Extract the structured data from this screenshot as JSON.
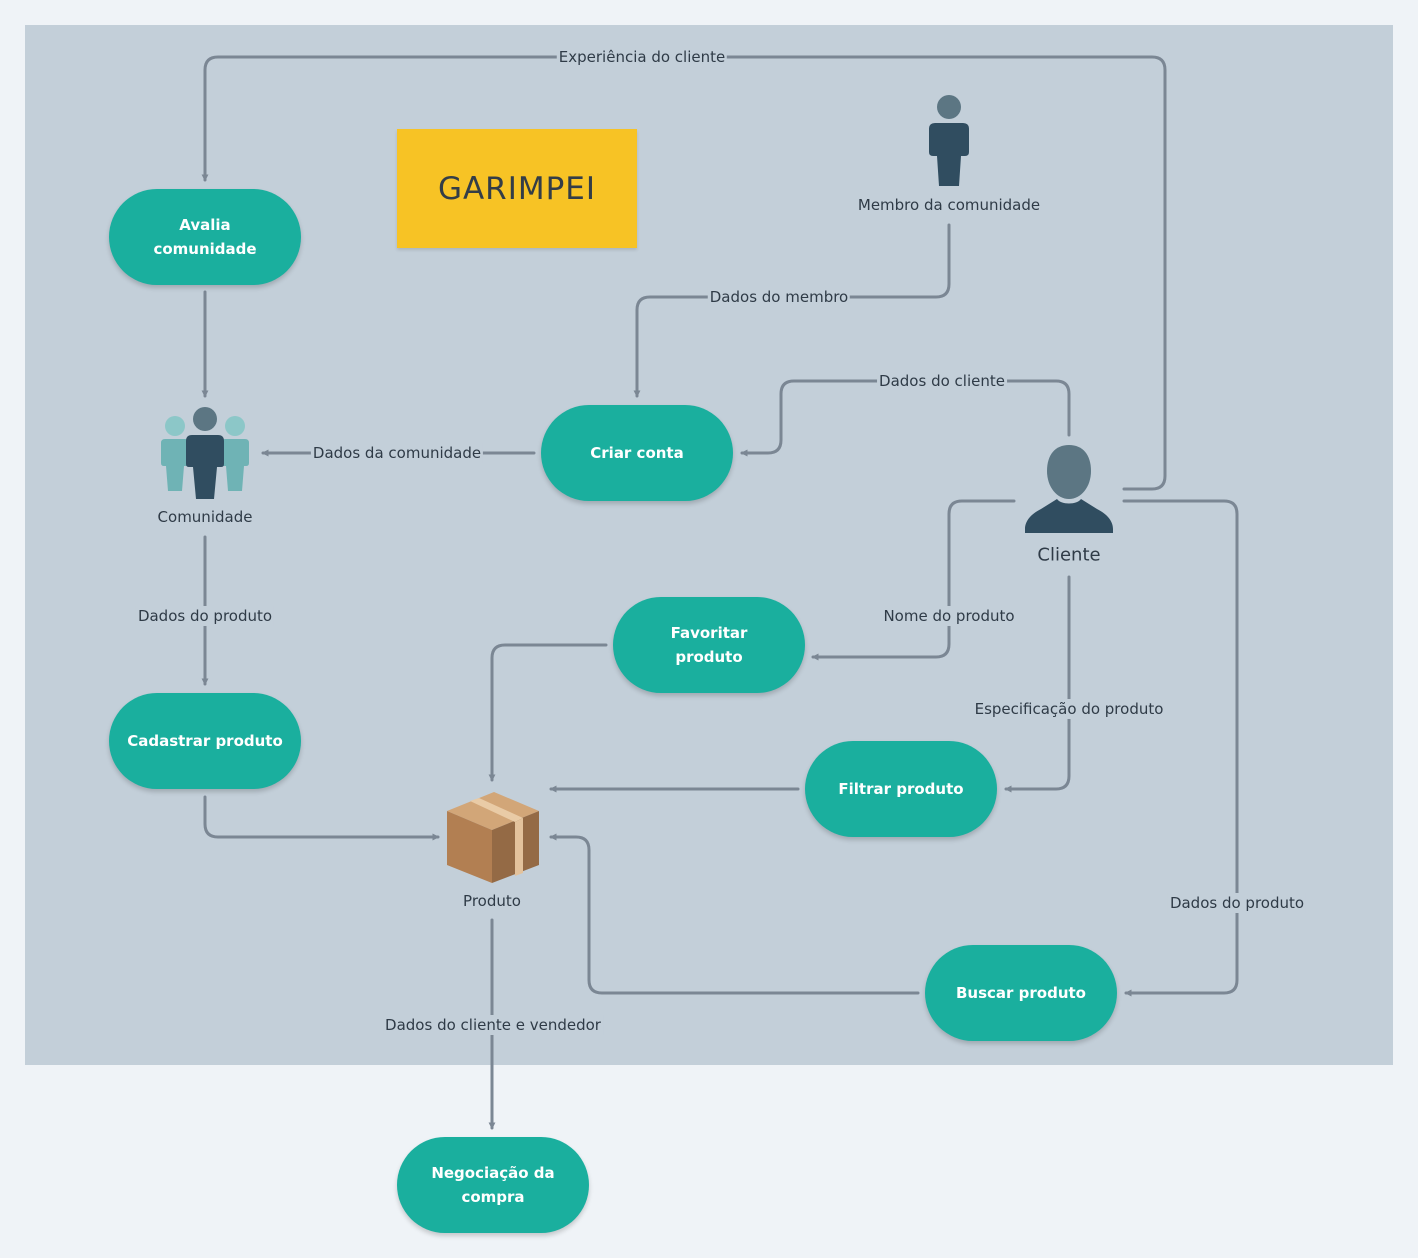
{
  "title": "GARIMPEI",
  "colors": {
    "canvas": "#eff3f7",
    "panel": "#c3cfd9",
    "process": "#1aaf9e",
    "title_box": "#f7c325",
    "connector": "#7b8794",
    "actor_dark": "#304d60",
    "actor_mid": "#5c7683",
    "community_light": "#6fb3b5"
  },
  "processes": {
    "avalia": "Avalia comunidade",
    "criar_conta": "Criar conta",
    "favoritar": [
      "Favoritar",
      "produto"
    ],
    "cadastrar": "Cadastrar produto",
    "filtrar": "Filtrar produto",
    "buscar": "Buscar produto",
    "negociacao": [
      "Negociação da",
      "compra"
    ]
  },
  "actors": {
    "membro": {
      "label": "Membro da comunidade",
      "icon": "person-icon"
    },
    "comunidade": {
      "label": "Comunidade",
      "icon": "group-icon"
    },
    "cliente": {
      "label": "Cliente",
      "icon": "user-bust-icon"
    },
    "produto": {
      "label": "Produto",
      "icon": "box-icon"
    }
  },
  "flows": {
    "experiencia": "Experiência do cliente",
    "dados_membro": "Dados do membro",
    "dados_cliente": "Dados do cliente",
    "dados_comunidade": "Dados da comunidade",
    "dados_produto_left": "Dados do produto",
    "nome_produto": "Nome do produto",
    "especificacao": "Especificação do produto",
    "dados_produto_right": "Dados do produto",
    "cliente_vendedor": "Dados do cliente e vendedor"
  }
}
